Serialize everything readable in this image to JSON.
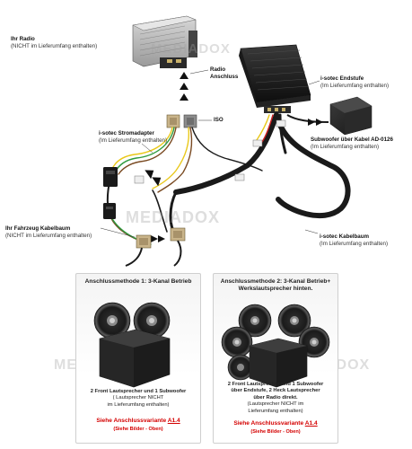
{
  "labels": {
    "radio_title": "Ihr Radio",
    "radio_sub": "(NICHT im Lieferumfang enthalten)",
    "radio_conn_title_1": "Radio",
    "radio_conn_title_2": "Anschluss",
    "amp_title": "i-sotec Endstufe",
    "amp_sub": "(Im Lieferumfang enthalten)",
    "iso": "ISO",
    "adapter_title": "i-sotec Stromadapter",
    "adapter_sub": "(Im Lieferumfang enthalten)",
    "sub_title": "Subwoofer über Kabel AD-0126",
    "sub_sub": "(Im Lieferumfang enthalten)",
    "vehicle_title": "Ihr Fahrzeug Kabelbaum",
    "vehicle_sub": "(NICHT im Lieferumfang enthalten)",
    "harness_title": "i-sotec Kabelbaum",
    "harness_sub": "(Im Lieferumfang enthalten)"
  },
  "watermarks": [
    "MEDIADOX",
    "MEDIADOX",
    "MEDIADOX",
    "MEDIADOX"
  ],
  "panels": [
    {
      "title": "Anschlussmethode 1: 3-Kanal Betrieb",
      "desc_line1": "2 Front Lautsprecher und 1 Subwoofer",
      "desc_line2": "( Lautsprecher NICHT",
      "desc_line3": "im Lieferumfang enthalten)",
      "link_prefix": "Siehe  Anschlussvariante ",
      "link_code": "A1.4",
      "link_sub": "(Siehe Bilder - Oben)"
    },
    {
      "title_line1": "Anschlussmethode 2: 3-Kanal Betrieb+",
      "title_line2": "Werkslautsprecher hinten.",
      "desc_line1": "2 Front Lautsprecher und 1 Subwoofer",
      "desc_line2": "über Endstufe, 2 Heck Lautsprecher",
      "desc_line3": "über Radio direkt.",
      "desc_line4": "(Lautsprecher NICHT im",
      "desc_line5": "Lieferumfang enthalten)",
      "link_prefix": "Siehe  Anschlussvariante ",
      "link_code": "A1.4",
      "link_sub": "(Siehe Bilder - Oben)"
    }
  ],
  "colors": {
    "wire_black": "#1a1a1a",
    "wire_yellow": "#e9c81a",
    "wire_green": "#2e9a3e",
    "wire_brown": "#7a4a22",
    "wire_red": "#cc2222",
    "link_red": "#d40000"
  }
}
